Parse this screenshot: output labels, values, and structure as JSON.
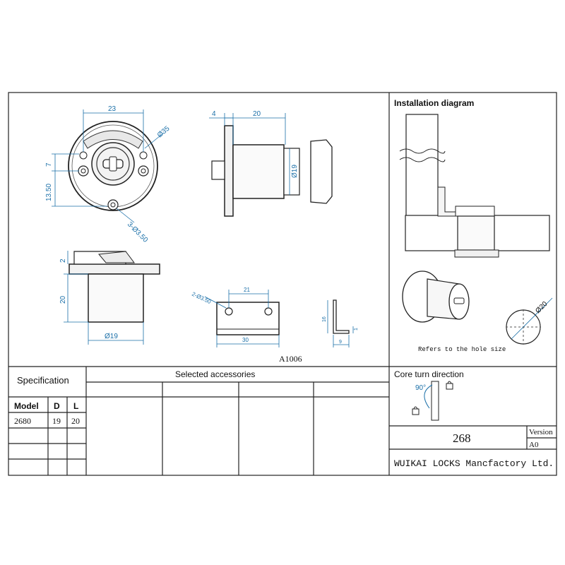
{
  "drawing_number": "A1006",
  "dimensions": {
    "front_width": "23",
    "front_diameter": "Ø35",
    "front_offset_top": "7",
    "front_offset_bottom": "13.50",
    "front_holes": "3-Ø3.50",
    "side_flange": "4",
    "side_length": "20",
    "side_diameter": "Ø19",
    "bottom_height_small": "2",
    "bottom_height": "20",
    "bottom_diameter": "Ø19",
    "plate_holes": "2-Ø3.50",
    "plate_hole_spacing": "21",
    "plate_length": "30",
    "bracket_height": "16",
    "bracket_thickness": "1",
    "bracket_width": "9"
  },
  "installation": {
    "title": "Installation diagram",
    "hole_diameter": "Ø20",
    "hole_note": "Refers to the hole size"
  },
  "specification": {
    "title": "Specification",
    "headers": [
      "Model",
      "D",
      "L"
    ],
    "rows": [
      [
        "2680",
        "19",
        "20"
      ]
    ]
  },
  "accessories": {
    "title": "Selected accessories"
  },
  "core_turn": {
    "title": "Core turn direction",
    "angle": "90°"
  },
  "title_block": {
    "number": "268",
    "version_label": "Version",
    "version_value": "A0",
    "company": "WUIKAI LOCKS Mancfactory Ltd."
  }
}
